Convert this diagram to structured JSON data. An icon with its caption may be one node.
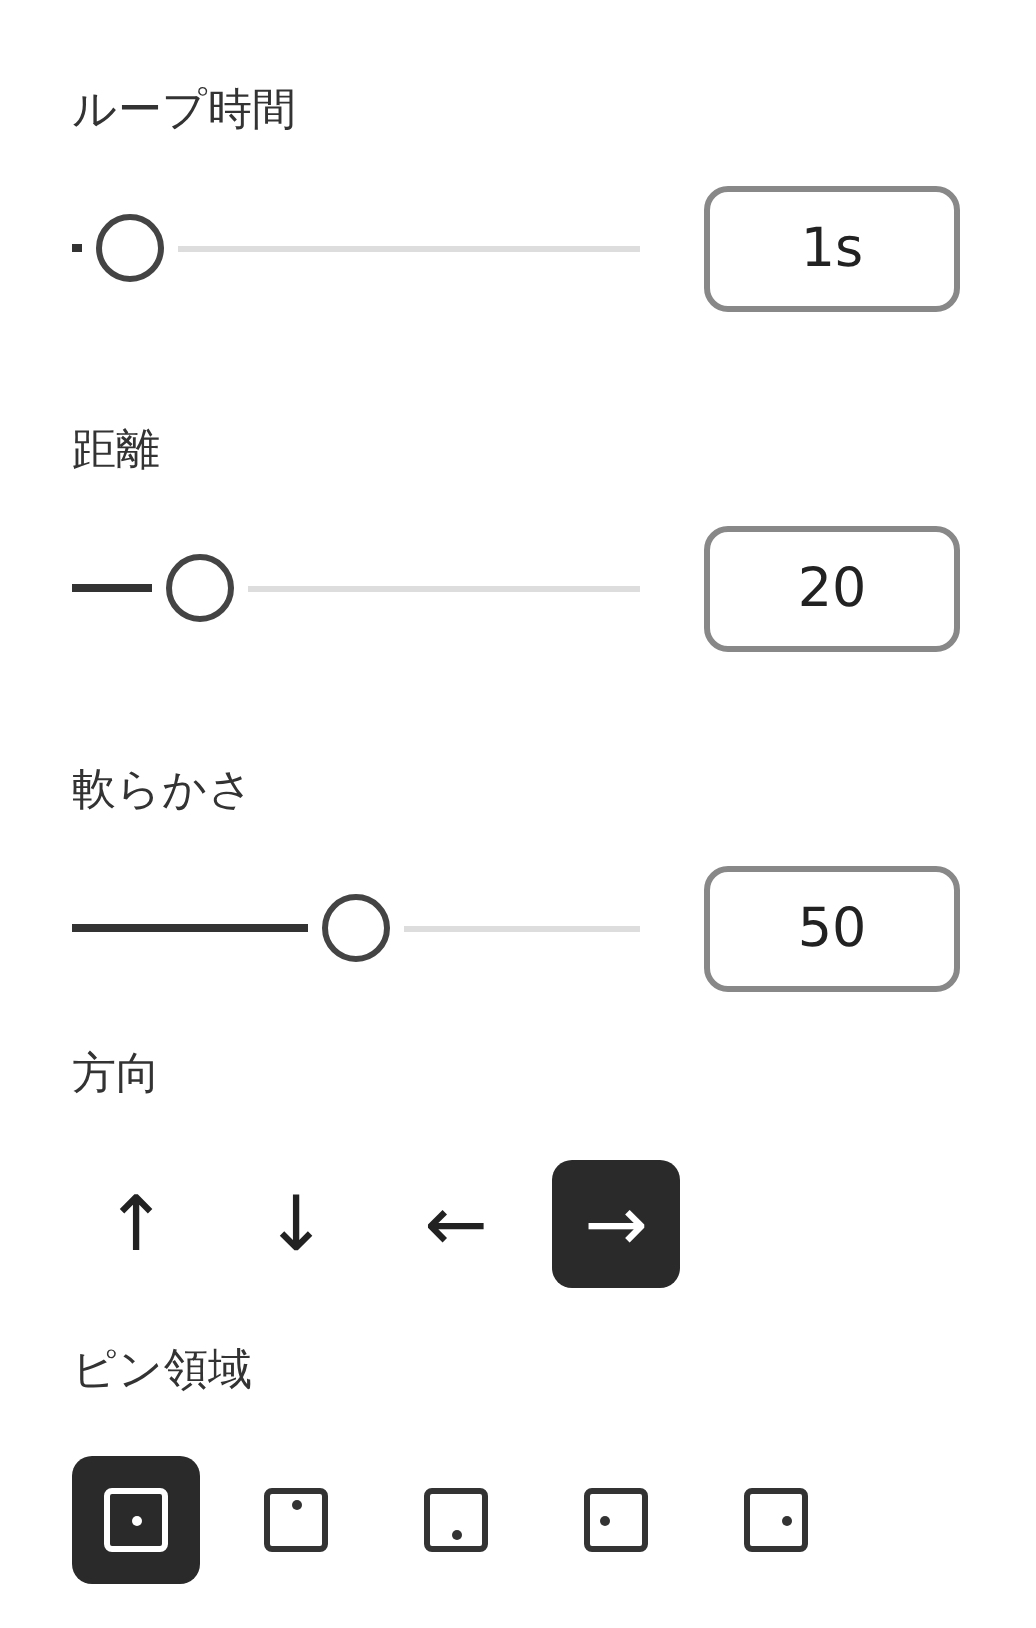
{
  "diagram": {
    "labels": [
      "ループ時間",
      "1s",
      "距離",
      "20",
      "軟らかさ",
      "50",
      "方向",
      "↑",
      "↓",
      "←",
      "→",
      "ピン領域"
    ]
  }
}
